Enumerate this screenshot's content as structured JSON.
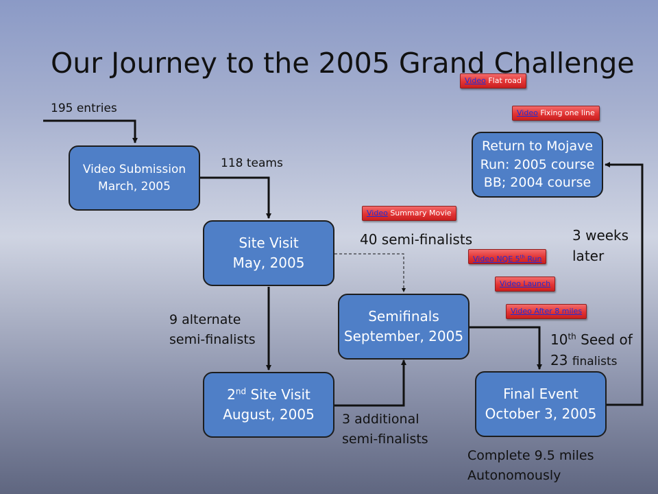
{
  "title": "Our Journey to the 2005 Grand Challenge",
  "boxes": {
    "video_submission": [
      "Video Submission",
      "March, 2005"
    ],
    "site_visit": [
      "Site Visit",
      "May, 2005"
    ],
    "second_site_visit": {
      "line1_main": "2",
      "line1_sup": "nd",
      "line1_rest": " Site Visit",
      "line2": "August, 2005"
    },
    "semifinals": [
      "Semifinals",
      "September, 2005"
    ],
    "final_event": [
      "Final Event",
      "October 3, 2005"
    ],
    "return_mojave": [
      "Return to Mojave",
      "Run: 2005 course",
      "BB; 2004 course"
    ]
  },
  "labels": {
    "entries": "195 entries",
    "teams": "118 teams",
    "semi_finalists": "40 semi-finalists",
    "alternate": [
      "9 alternate",
      "semi-finalists"
    ],
    "additional": [
      "3 additional",
      "semi-finalists"
    ],
    "seed": {
      "pre": "10",
      "sup": "th",
      "post": " Seed of",
      "line2": "23 ",
      "line2_small": "finalists"
    },
    "weeks": [
      "3 weeks",
      "later"
    ],
    "complete": [
      "Complete 9.5 miles",
      "Autonomously"
    ]
  },
  "buttons": {
    "flat_road": {
      "link": "Video",
      "text": " Flat road"
    },
    "fixing_line": {
      "link": "Video",
      "text": " Fixing one line"
    },
    "summary_movie": {
      "link": "Video",
      "text": " Summary Movie"
    },
    "nqe_run": {
      "link_pre": "Video NQE 5",
      "link_sup": "th",
      "link_post": " Run"
    },
    "launch": {
      "link": "Video Launch"
    },
    "after_8_miles": {
      "link": "Video After 8 miles"
    }
  },
  "colors": {
    "box_fill": "#4f7fc7",
    "button_red": "#e23434",
    "link_blue": "#1f2fd6"
  }
}
